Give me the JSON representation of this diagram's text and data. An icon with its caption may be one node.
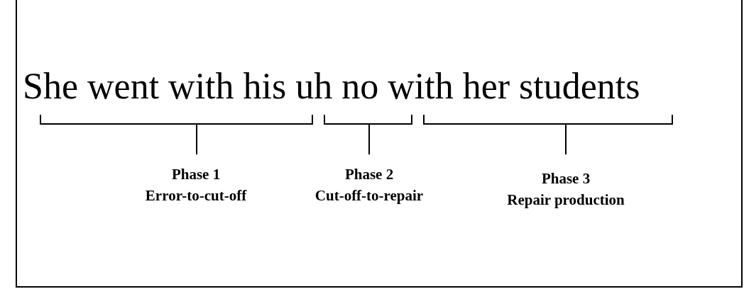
{
  "diagram": {
    "labels": [
      "She went with his uh no with her students",
      "Phase 1",
      "Error-to-cut-off",
      "Phase 2",
      "Cut-off-to-repair",
      "Phase 3",
      "Repair production"
    ]
  }
}
